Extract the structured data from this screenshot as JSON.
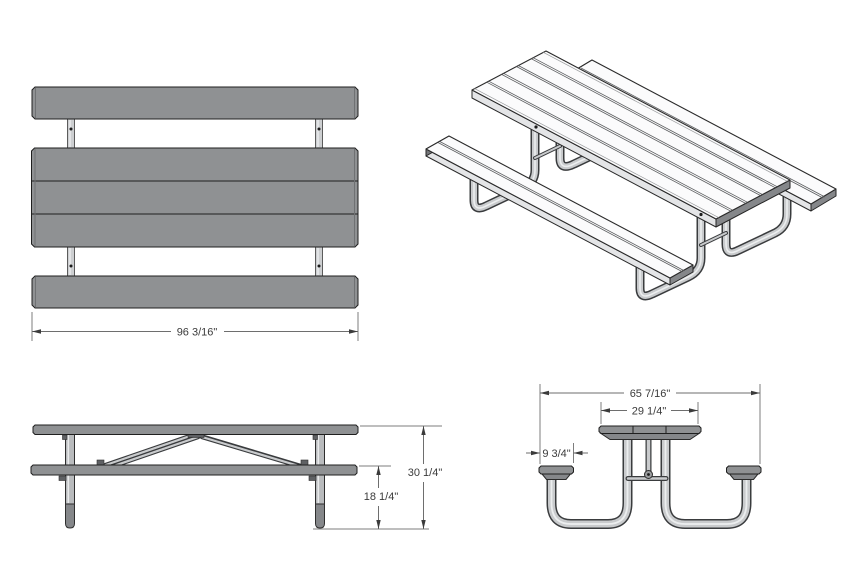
{
  "dimensions": {
    "plan_length": "96 3/16\"",
    "side_overall_height": "30 1/4\"",
    "side_seat_height": "18 1/4\"",
    "end_overall_width": "65 7/16\"",
    "end_top_width": "29 1/4\"",
    "end_seat_width": "9 3/4\""
  },
  "colors": {
    "background": "#ffffff",
    "plank_fill": "#8f9193",
    "plank_outline": "#1f1f1f",
    "tube_fill": "#c9cbcd",
    "tube_outline": "#3a3c3e",
    "tube_highlight": "#eceeef",
    "iso_plank_fill": "#fbfbfc",
    "dimension_line": "#6e6e6e",
    "dimension_text": "#3b3b3b"
  }
}
